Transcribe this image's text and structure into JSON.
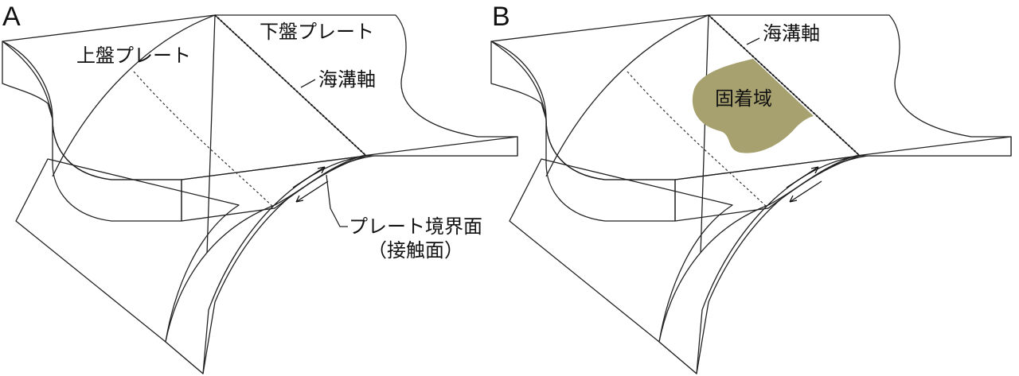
{
  "colors": {
    "upper_plate_top": "#e6e79e",
    "upper_plate_side": "#d8d967",
    "lower_plate": "#ffffff",
    "locked_zone": "#a6a16e",
    "outline": "#222222"
  },
  "panel_a": {
    "letter": "A",
    "upper_plate_label": "上盤プレート",
    "lower_plate_label": "下盤プレート",
    "trench_axis_label": "海溝軸",
    "boundary_label_line1": "プレート境界面",
    "boundary_label_line2": "（接触面）"
  },
  "panel_b": {
    "letter": "B",
    "trench_axis_label": "海溝軸",
    "locked_zone_label": "固着域"
  }
}
